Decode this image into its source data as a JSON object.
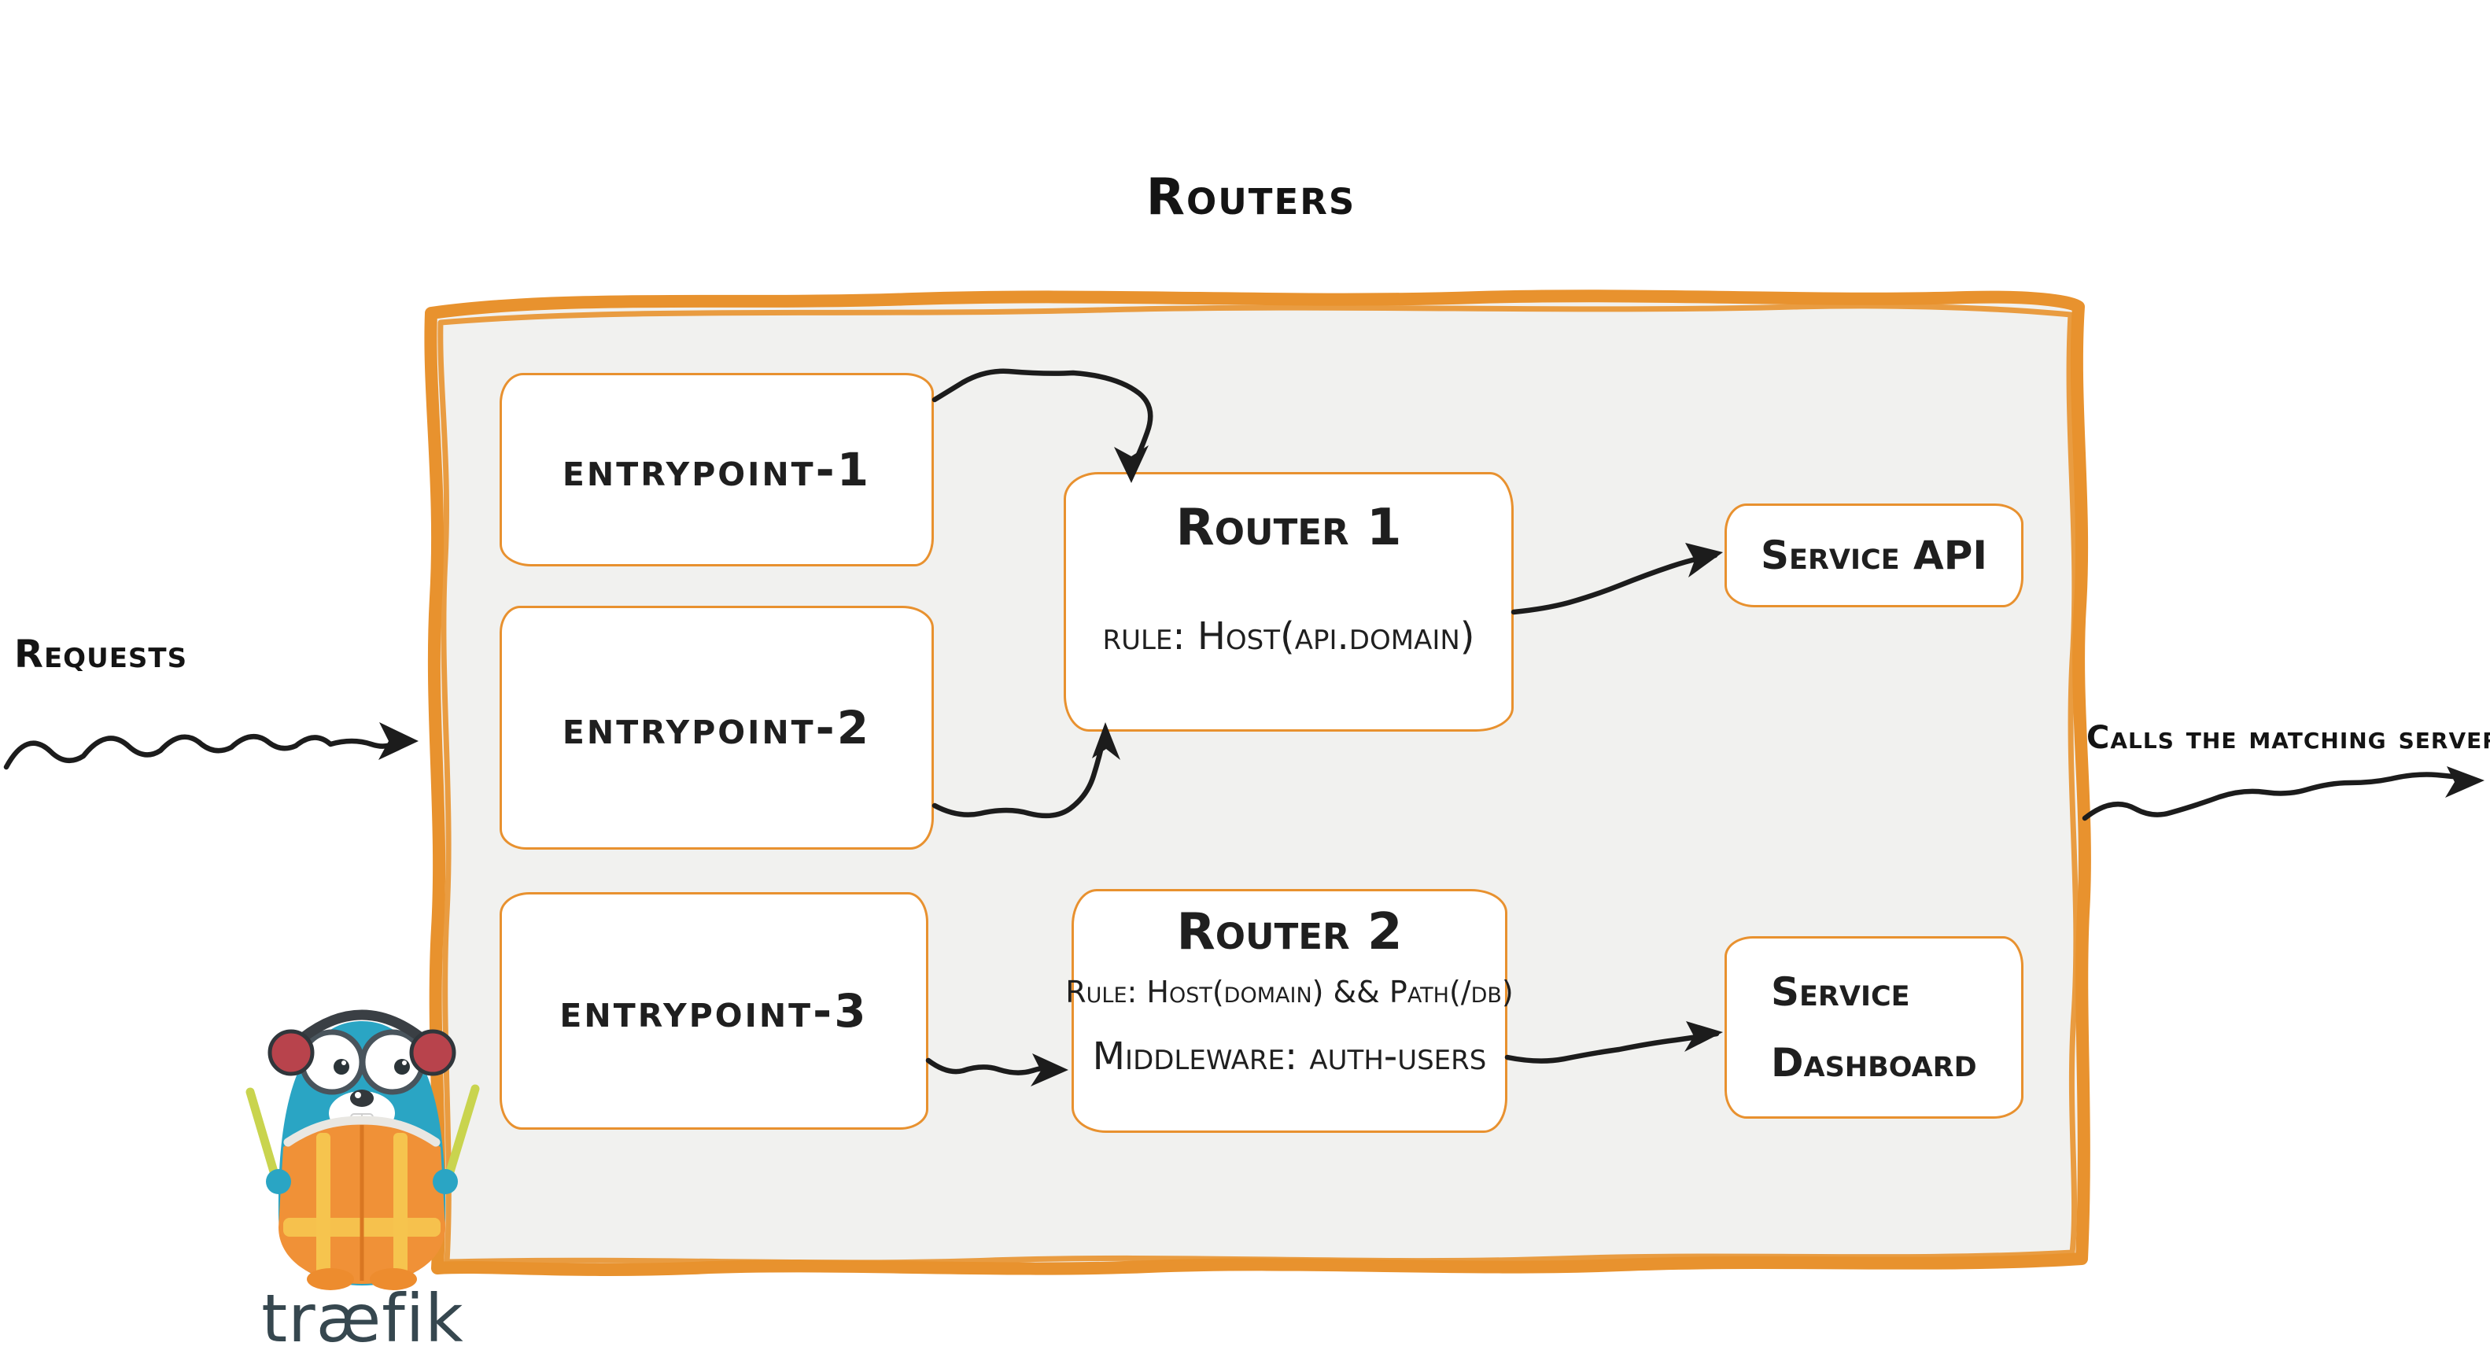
{
  "title": "Routers",
  "labels": {
    "requests": "Requests",
    "calls": "Calls the matching server"
  },
  "entrypoints": [
    {
      "label": "entrypoint-1"
    },
    {
      "label": "entrypoint-2"
    },
    {
      "label": "entrypoint-3"
    }
  ],
  "routers": [
    {
      "name": "Router 1",
      "rule": "rule: Host(api.domain)"
    },
    {
      "name": "Router 2",
      "rule": "Rule: Host(domain) && Path(/db)",
      "middleware": "Middleware: auth-users"
    }
  ],
  "services": [
    {
      "label": "Service API"
    },
    {
      "line1": "Service",
      "line2": "Dashboard"
    }
  ],
  "logo": {
    "wordmark": "træfik"
  },
  "colors": {
    "accent_orange": "#E8912F",
    "frame_fill": "#F1F1EF",
    "arrow_black": "#1C1C1C",
    "logo_teal": "#2AA5C4",
    "logo_vest_orange": "#F09137",
    "logo_stripe_yellow": "#F6C44E",
    "wordmark_slate": "#36474F"
  }
}
